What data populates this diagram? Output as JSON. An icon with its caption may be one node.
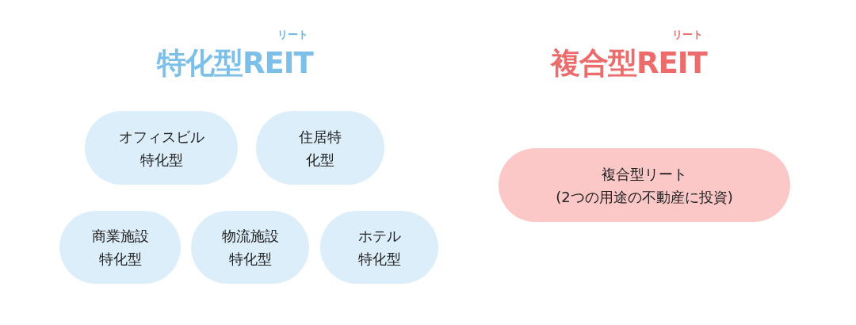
{
  "diagram": {
    "nodes": [
      {
        "text": [
          "オフィスビル特化型"
        ]
      },
      {
        "text": [
          "住居特化型"
        ]
      },
      {
        "text": [
          "商業施設特化型"
        ]
      },
      {
        "text": [
          "物流施設特化型"
        ]
      },
      {
        "text": [
          "ホテル特化型"
        ]
      },
      {
        "text": [
          "複合型リート",
          "(2つの用途の不動産に投資)"
        ]
      }
    ],
    "labels": [
      "リート",
      "特化型REIT",
      "リート",
      "複合型REIT"
    ]
  }
}
